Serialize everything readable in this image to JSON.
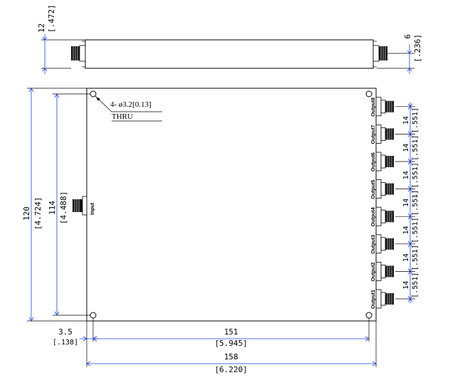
{
  "top_view": {
    "height_value": "12",
    "height_inch": "[.472]",
    "connector_value": "6",
    "connector_inch": "[.236]"
  },
  "hole_note": {
    "spec": "4- ø3.2[0.13]",
    "thru": "THRU"
  },
  "input_label": "Input",
  "outputs": [
    "Output1",
    "Output2",
    "Output3",
    "Output4",
    "Output5",
    "Output6",
    "Output7",
    "Output8"
  ],
  "pitch": {
    "value": "14",
    "inch": "[.551]"
  },
  "dims": {
    "overall_height": {
      "value": "120",
      "inch": "[4.724]"
    },
    "hole_height": {
      "value": "114",
      "inch": "[4.488]"
    },
    "hole_offset": {
      "value": "3.5",
      "inch": "[.138]"
    },
    "hole_width": {
      "value": "151",
      "inch": "[5.945]"
    },
    "overall_width": {
      "value": "158",
      "inch": "[6.220]"
    }
  },
  "colors": {
    "dimension_line": "#1a3fe6",
    "outline": "#000000"
  }
}
